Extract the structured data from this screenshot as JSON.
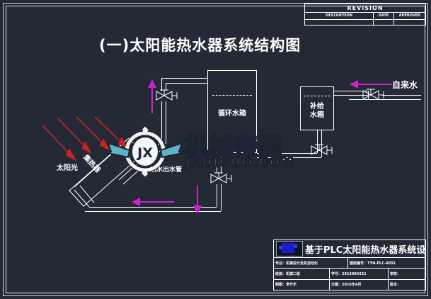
{
  "document": {
    "title": "(一)太阳能热水器系统结构图"
  },
  "revision": {
    "title": "REVISION",
    "columns": [
      "DESCRIPTION",
      "DATE",
      "APPROVED"
    ],
    "rows": [
      [
        "",
        "",
        ""
      ]
    ]
  },
  "diagram": {
    "labels": {
      "sunlight": "太阳光",
      "collector": "集热器",
      "hot_water_pipe": "热水出水管",
      "circulation_tank": "循环水箱",
      "supply_tank_line1": "补给",
      "supply_tank_line2": "水箱",
      "tap_water": "自来水"
    }
  },
  "watermark": {
    "brand": "机械帝国",
    "domain": "JXDIGUO.COM",
    "logo_text": "JX"
  },
  "title_block": {
    "heading": "基于PLC太阳能热水器系统设",
    "major_label": "专业：机械设计及其自动化",
    "drawing_no_label": "图纸编号：TYN-PLC-4001",
    "class_label": "班级：机械二班",
    "student_no_label": "学号：2012084321",
    "review_label": "审核：",
    "designer_label": "制图：李开乐",
    "date_label": "日期：2016年4月",
    "version_label": "版本："
  },
  "colors": {
    "background": "#232a36",
    "line": "#ffffff",
    "flow_arrow": "#cc22cc",
    "sun_ray": "#cc2222",
    "watermark": "#9fd6e2"
  }
}
